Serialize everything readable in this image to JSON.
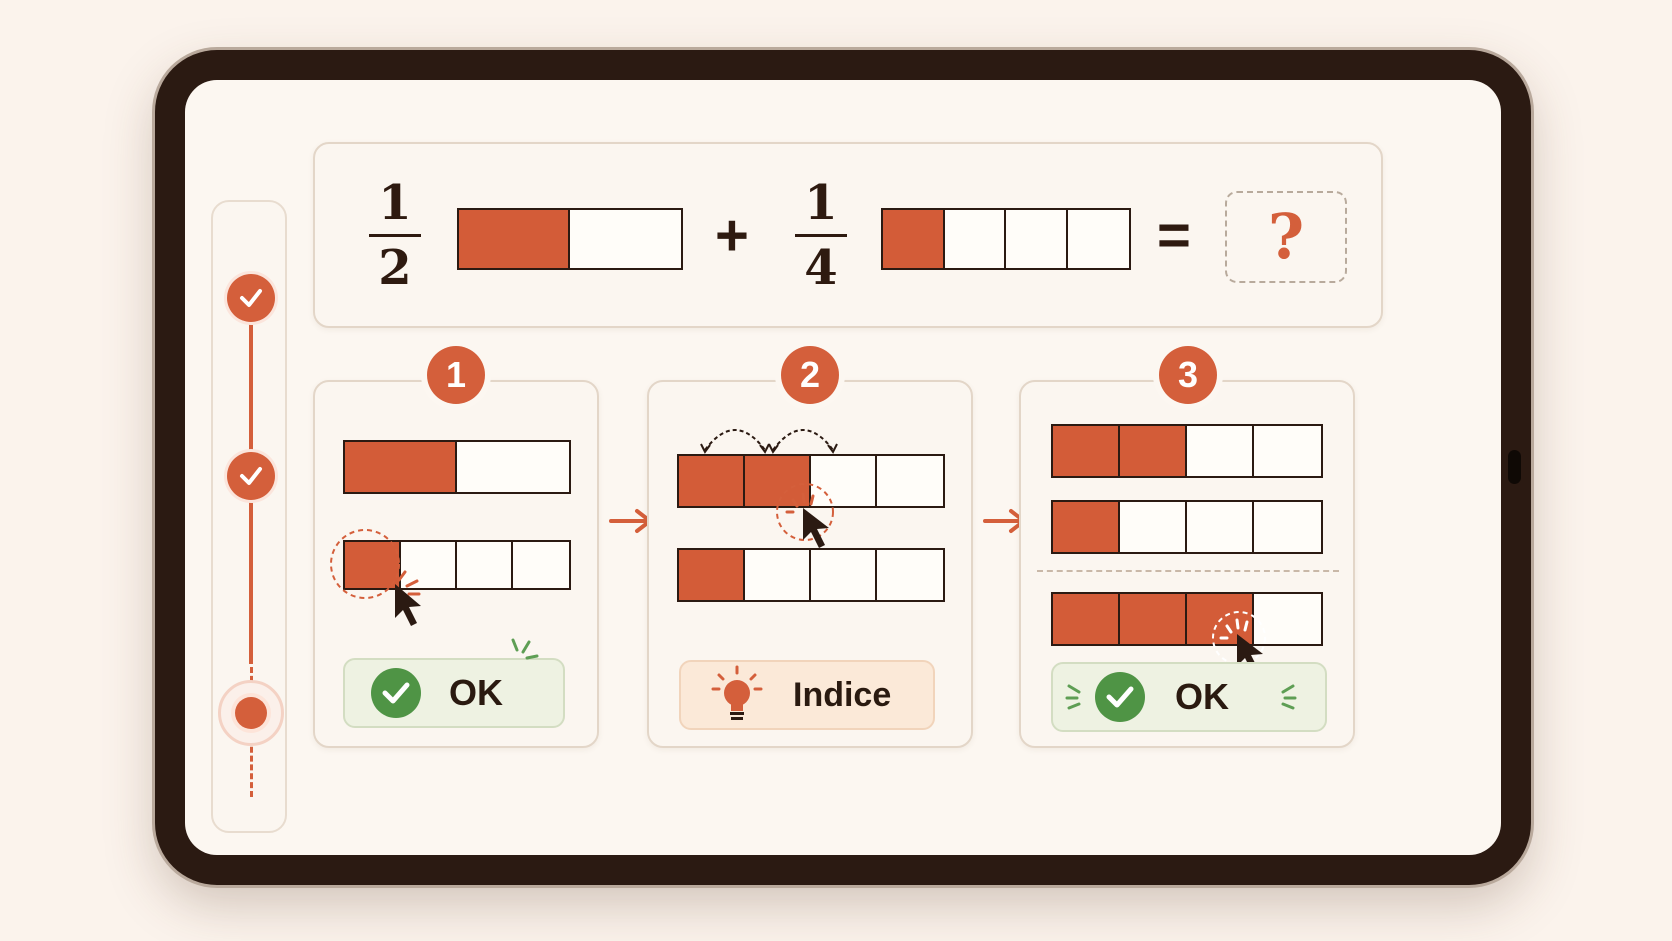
{
  "equation": {
    "term1": {
      "numerator": "1",
      "denominator": "2"
    },
    "plus": "+",
    "term2": {
      "numerator": "1",
      "denominator": "4"
    },
    "equals": "=",
    "answer_placeholder": "?"
  },
  "progress": {
    "steps": [
      {
        "state": "done"
      },
      {
        "state": "done"
      },
      {
        "state": "current"
      }
    ]
  },
  "steps": [
    {
      "number": "1",
      "button_label": "OK",
      "button_type": "success"
    },
    {
      "number": "2",
      "button_label": "Indice",
      "button_type": "hint"
    },
    {
      "number": "3",
      "button_label": "OK",
      "button_type": "success"
    }
  ],
  "bars": {
    "half": {
      "parts": 2,
      "filled": 1
    },
    "quarter": {
      "parts": 4,
      "filled": 1
    },
    "half_as_quarters": {
      "parts": 4,
      "filled": 2
    },
    "sum": {
      "parts": 4,
      "filled": 3
    }
  },
  "colors": {
    "accent": "#d45f3b",
    "success": "#4f9445",
    "dark": "#2b1a12",
    "background": "#fcf7f1"
  },
  "icons": [
    "check-icon",
    "pointer-cursor-icon",
    "lightbulb-icon",
    "right-arrow-icon",
    "question-mark-icon"
  ]
}
